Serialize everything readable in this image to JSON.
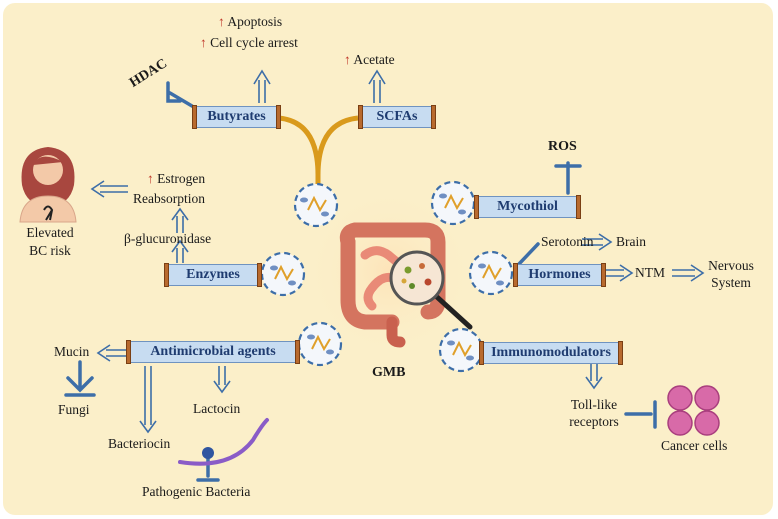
{
  "center": {
    "label": "GMB"
  },
  "top": {
    "butyrates": "Butyrates",
    "scfas": "SCFAs",
    "apoptosis": "Apoptosis",
    "cell_cycle_arrest": "Cell cycle arrest",
    "acetate": "Acetate",
    "hdac": "HDAC"
  },
  "left": {
    "enzymes": "Enzymes",
    "beta_glucuronidase": "β-glucuronidase",
    "estrogen": "Estrogen",
    "reabsorption": "Reabsorption",
    "elevated": "Elevated",
    "bc_risk": "BC risk"
  },
  "antimicrobial": {
    "box": "Antimicrobial agents",
    "mucin": "Mucin",
    "fungi": "Fungi",
    "lactocin": "Lactocin",
    "bacteriocin": "Bacteriocin",
    "pathogenic": "Pathogenic Bacteria"
  },
  "right": {
    "mycothiol": "Mycothiol",
    "ros": "ROS",
    "hormones": "Hormones",
    "serotonin": "Serotonin",
    "brain": "Brain",
    "ntm": "NTM",
    "nervous": "Nervous",
    "system": "System",
    "immunomodulators": "Immunomodulators",
    "toll_like": "Toll-like",
    "receptors": "receptors",
    "cancer_cells": "Cancer cells"
  },
  "colors": {
    "background": "#fbefc9",
    "box_fill": "#c7dcf1",
    "box_text": "#1f3c70",
    "arrow": "#3d6ea8",
    "branch": "#d99a1c",
    "increase_marker": "#c0392b"
  }
}
